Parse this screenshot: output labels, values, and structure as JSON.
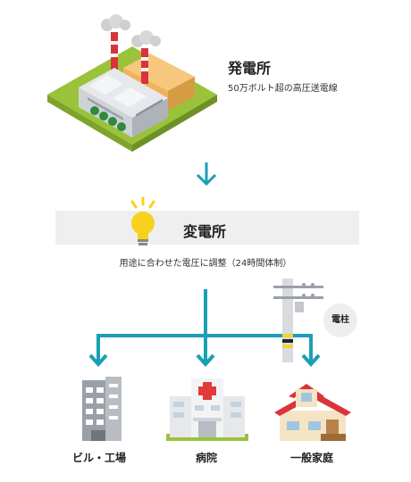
{
  "power_plant": {
    "title": "発電所",
    "subtitle": "50万ボルト超の高圧送電線"
  },
  "substation": {
    "title": "変電所",
    "note": "用途に合わせた電圧に調整（24時間体制）"
  },
  "utility_pole": {
    "label": "電柱"
  },
  "destinations": [
    {
      "label": "ビル・工場"
    },
    {
      "label": "病院"
    },
    {
      "label": "一般家庭"
    }
  ],
  "colors": {
    "arrow": "#1aa0b4",
    "line": "#1aa0b4",
    "band": "#efefef",
    "grass": "#9bc33a",
    "bulb": "#f7d11e",
    "roof": "#d9333b",
    "cross": "#e03b3b"
  }
}
